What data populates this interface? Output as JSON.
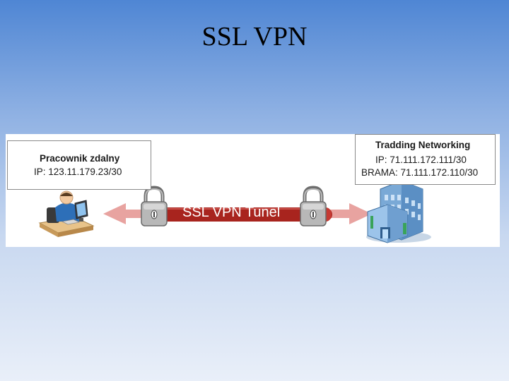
{
  "title": "SSL VPN",
  "left_node": {
    "name": "Pracownik zdalny",
    "ip": "IP: 123.11.179.23/30"
  },
  "right_node": {
    "name": "Tradding Networking",
    "ip": "IP: 71.111.172.111/30",
    "gateway": "BRAMA: 71.111.172.110/30"
  },
  "tunnel": {
    "label": "SSL VPN Tunel"
  },
  "colors": {
    "tunnel": "#a8241e",
    "arrow": "#e8a3a0",
    "background_top": "#4f86d4",
    "background_bottom": "#e9eff9"
  },
  "icons": [
    "remote-worker-icon",
    "padlock-icon",
    "office-building-icon"
  ]
}
